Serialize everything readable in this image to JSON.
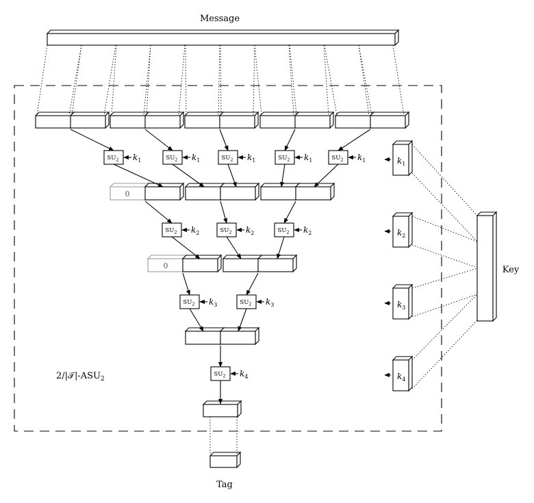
{
  "labels": {
    "message": "Message",
    "key": "Key",
    "tag": "Tag",
    "scheme": "2/|𝒯|-ASU",
    "scheme_sub": "2",
    "zero": "0"
  },
  "blocks": {
    "su_prefix": "SU",
    "su_sub": "2",
    "k_letter": "k"
  },
  "levels": [
    {
      "index": "1"
    },
    {
      "index": "2"
    },
    {
      "index": "3"
    },
    {
      "index": "4"
    }
  ]
}
